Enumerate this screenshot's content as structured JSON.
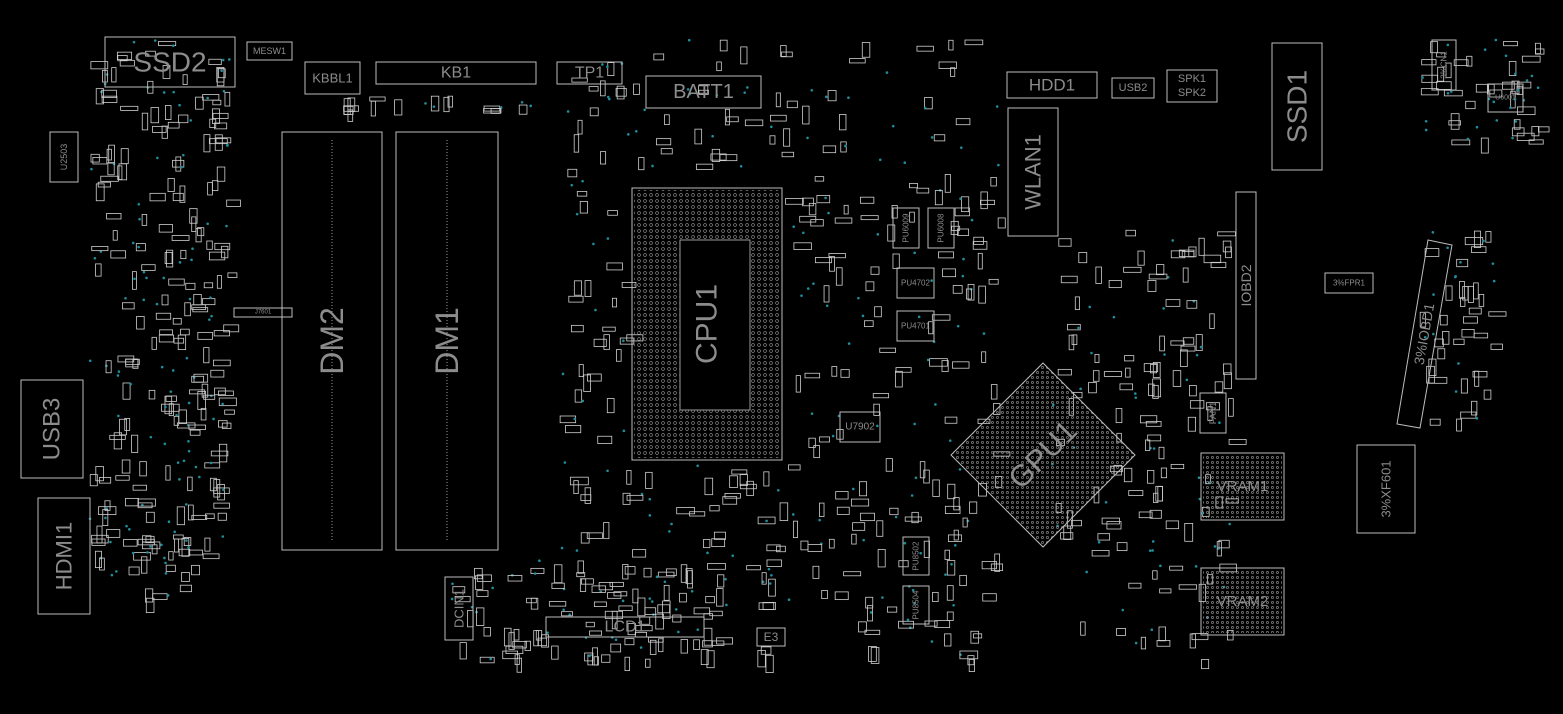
{
  "title": "Boardview PCB layout",
  "colors": {
    "background": "#000000",
    "outline": "#bdbdbd",
    "label": "#8c8c8c",
    "via": "#1f8e9c"
  },
  "components": {
    "ssd2": "SSD2",
    "mesw1": "MESW1",
    "kbbl1": "KBBL1",
    "kb1": "KB1",
    "tp1": "TP1",
    "batt1": "BATT1",
    "hdd1": "HDD1",
    "usb2": "USB2",
    "spk1": "SPK1",
    "spk2": "SPK2",
    "ssd1": "SSD1",
    "wlan1": "WLAN1",
    "cn1": "3%CN1",
    "u2503": "U2503",
    "dm2": "DM2",
    "dm1": "DM1",
    "cpu1": "CPU1",
    "j7601": "J7601",
    "usb3": "USB3",
    "hdmi1": "HDMI1",
    "iobd2": "IOBD2",
    "fpr1": "3%FPR1",
    "iobd1": "3%IOBD1",
    "gpu1": "GPU1",
    "fan1": "FAN1",
    "vram1": "VRAM1",
    "vram2": "VRAM2",
    "xf601": "3%XF601",
    "dcin1": "DCIN1",
    "lcd1": "LCD1",
    "e3": "E3",
    "pu6009": "PU6009",
    "pu6008": "PU6008",
    "pu4702": "PU4702",
    "pu4701": "PU4701",
    "u7902": "U7902",
    "pu8502": "PU8502",
    "pu8504": "PU8504",
    "u6001": "U6001"
  }
}
